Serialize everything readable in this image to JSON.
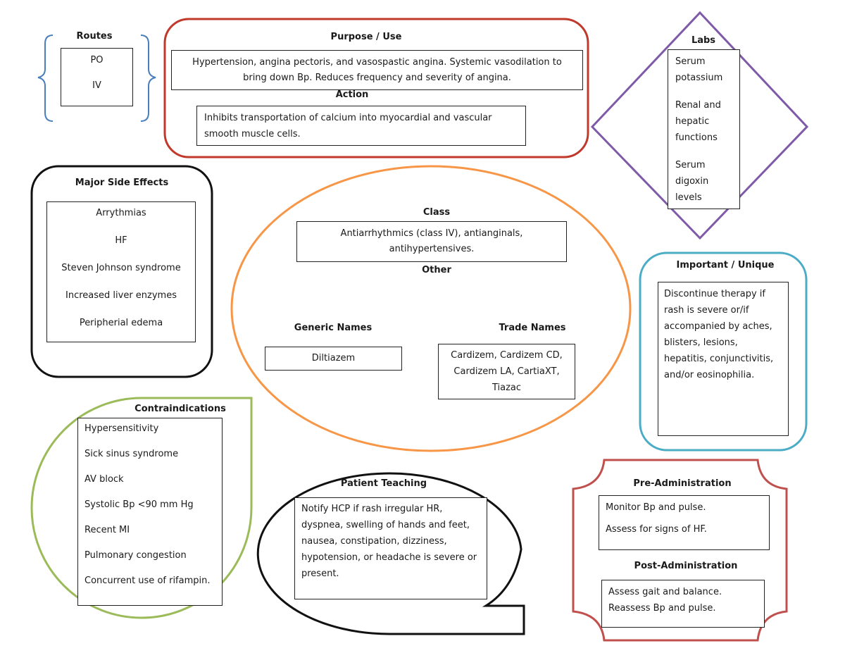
{
  "routes": {
    "title": "Routes",
    "items": [
      "PO",
      "IV"
    ]
  },
  "purpose": {
    "title": "Purpose / Use",
    "text": "Hypertension, angina pectoris, and vasospastic angina. Systemic vasodilation to bring down Bp. Reduces frequency and severity of angina.",
    "action_title": "Action",
    "action_text": "Inhibits transportation of calcium into myocardial and vascular smooth muscle cells."
  },
  "labs": {
    "title": "Labs",
    "items": [
      "Serum potassium",
      "Renal and hepatic functions",
      "Serum digoxin levels"
    ]
  },
  "side_effects": {
    "title": "Major Side Effects",
    "items": [
      "Arrythmias",
      "HF",
      "Steven Johnson syndrome",
      "Increased liver enzymes",
      "Peripherial edema"
    ]
  },
  "class": {
    "title": "Class",
    "text": "Antiarrhythmics (class IV), antianginals, antihypertensives.",
    "other_title": "Other",
    "generic_title": "Generic Names",
    "generic_text": "Diltiazem",
    "trade_title": "Trade Names",
    "trade_text": "Cardizem, Cardizem CD, Cardizem LA, CartiaXT, Tiazac"
  },
  "important": {
    "title": "Important / Unique",
    "text": "Discontinue therapy if rash is severe or/if accompanied by aches, blisters, lesions, hepatitis, conjunctivitis, and/or eosinophilia."
  },
  "contraindications": {
    "title": "Contraindications",
    "items": [
      "Hypersensitivity",
      "Sick sinus syndrome",
      "AV block",
      "Systolic Bp <90 mm Hg",
      "Recent MI",
      "Pulmonary congestion",
      "Concurrent use of rifampin."
    ]
  },
  "teaching": {
    "title": "Patient Teaching",
    "text": "Notify HCP if rash irregular HR, dyspnea, swelling of hands and feet, nausea, constipation, dizziness, hypotension, or headache is severe or present."
  },
  "pre_admin": {
    "title": "Pre-Administration",
    "items": [
      "Monitor Bp and pulse.",
      "Assess for signs of HF."
    ]
  },
  "post_admin": {
    "title": "Post-Administration",
    "items": [
      "Assess gait and balance.",
      "Reassess Bp and pulse."
    ]
  },
  "colors": {
    "routes_brace": "#4a7ebb",
    "purpose_border": "#c0392b",
    "labs_border": "#7f5aa8",
    "side_effects_border": "#111111",
    "class_border": "#f79646",
    "important_border": "#4bacc6",
    "contraindications_border": "#9bbb59",
    "teaching_border": "#111111",
    "admin_border": "#c0504d"
  }
}
